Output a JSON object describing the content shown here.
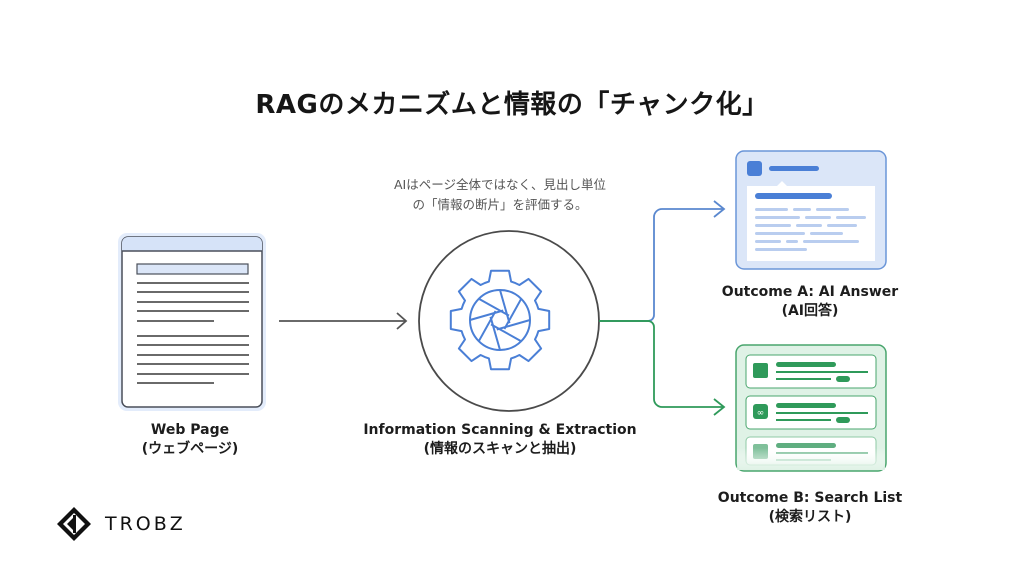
{
  "title": "RAGのメカニズムと情報の「チャンク化」",
  "note": {
    "line1": "AIはページ全体ではなく、見出し単位",
    "line2": "の「情報の断片」を評価する。"
  },
  "nodes": {
    "web_page": {
      "label": "Web Page",
      "sublabel": "(ウェブページ)",
      "icon": "document-icon"
    },
    "scanning": {
      "label": "Information Scanning & Extraction",
      "sublabel": "(情報のスキャンと抽出)",
      "icon": "gear-aperture-icon"
    },
    "outcome_a": {
      "label": "Outcome A: AI Answer",
      "sublabel": "(AI回答)",
      "icon": "ai-answer-card-icon"
    },
    "outcome_b": {
      "label": "Outcome B: Search List",
      "sublabel": "(検索リスト)",
      "icon": "search-list-icon"
    }
  },
  "edges": [
    {
      "from": "web_page",
      "to": "scanning"
    },
    {
      "from": "scanning",
      "to": "outcome_a"
    },
    {
      "from": "scanning",
      "to": "outcome_b"
    }
  ],
  "colors": {
    "blue": "#4a7fd6",
    "blue_light": "#dbe6f8",
    "green": "#2f9a5a",
    "green_light": "#dff2e6",
    "gray": "#555555"
  },
  "brand": {
    "name": "TROBZ"
  }
}
